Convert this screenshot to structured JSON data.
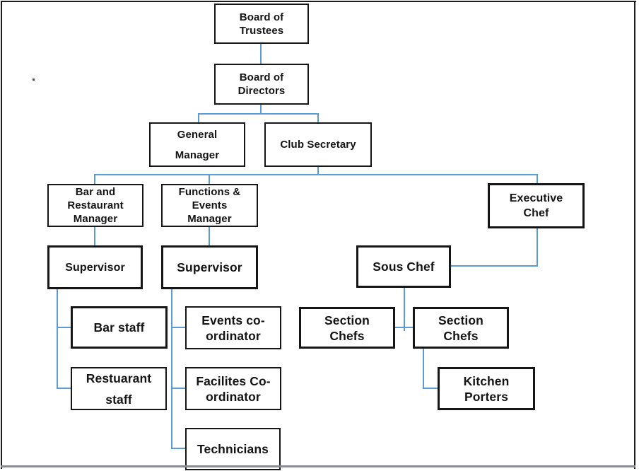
{
  "diagram": {
    "type": "org-chart",
    "colors": {
      "connector_blue": "#5b9bd5",
      "box_border": "#161616",
      "box_fill": "#ffffff",
      "frame_border": "#1c1c1c",
      "bottom_edge_gray": "#888c92",
      "text": "#141414",
      "background": "#ffffff"
    },
    "nodes": {
      "board_of_trustees": {
        "label": "Board of\nTrustees"
      },
      "board_of_directors": {
        "label": "Board of\nDirectors"
      },
      "general_manager": {
        "label": "General\nManager"
      },
      "club_secretary": {
        "label": "Club Secretary"
      },
      "bar_restaurant_manager": {
        "label": "Bar and\nRestaurant\nManager"
      },
      "functions_events_manager": {
        "label": "Functions &\nEvents\nManager"
      },
      "executive_chef": {
        "label": "Executive\nChef"
      },
      "supervisor_bar": {
        "label": "Supervisor"
      },
      "supervisor_events": {
        "label": "Supervisor"
      },
      "sous_chef": {
        "label": "Sous Chef"
      },
      "bar_staff": {
        "label": "Bar staff"
      },
      "restuarant_staff": {
        "label": "Restuarant\nstaff"
      },
      "events_coordinator": {
        "label": "Events co-\nordinator"
      },
      "facilites_coordinator": {
        "label": "Facilites Co-\nordinator"
      },
      "technicians": {
        "label": "Technicians"
      },
      "section_chefs_left": {
        "label": "Section\nChefs"
      },
      "section_chefs_right": {
        "label": "Section\nChefs"
      },
      "kitchen_porters": {
        "label": "Kitchen\nPorters"
      }
    },
    "edges": [
      {
        "from": "board_of_trustees",
        "to": "board_of_directors"
      },
      {
        "from": "board_of_directors",
        "to": "general_manager"
      },
      {
        "from": "board_of_directors",
        "to": "club_secretary"
      },
      {
        "from": "club_secretary",
        "to": "bar_restaurant_manager"
      },
      {
        "from": "club_secretary",
        "to": "functions_events_manager"
      },
      {
        "from": "club_secretary",
        "to": "executive_chef"
      },
      {
        "from": "bar_restaurant_manager",
        "to": "supervisor_bar"
      },
      {
        "from": "functions_events_manager",
        "to": "supervisor_events"
      },
      {
        "from": "executive_chef",
        "to": "sous_chef"
      },
      {
        "from": "supervisor_bar",
        "to": "bar_staff"
      },
      {
        "from": "supervisor_bar",
        "to": "restuarant_staff"
      },
      {
        "from": "supervisor_events",
        "to": "events_coordinator"
      },
      {
        "from": "supervisor_events",
        "to": "facilites_coordinator"
      },
      {
        "from": "supervisor_events",
        "to": "technicians"
      },
      {
        "from": "sous_chef",
        "to": "section_chefs_left"
      },
      {
        "from": "sous_chef",
        "to": "section_chefs_right"
      },
      {
        "from": "section_chefs_right",
        "to": "kitchen_porters"
      }
    ]
  }
}
